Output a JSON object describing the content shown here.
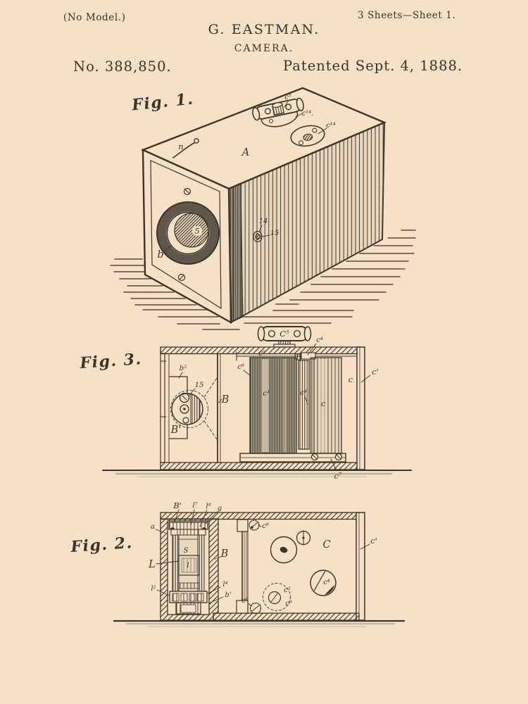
{
  "palette": {
    "paper": "#f6e1c6",
    "ink": "#3a352b",
    "shadow": "#7d8a6e"
  },
  "header": {
    "no_model": "(No Model.)",
    "sheet_info": "3 Sheets—Sheet 1.",
    "inventor": "G. EASTMAN.",
    "invention_title": "CAMERA.",
    "patent_number": "No. 388,850.",
    "patent_date": "Patented Sept. 4, 1888."
  },
  "fig1": {
    "label": "Fig. 1.",
    "refs": {
      "c5": "c⁵",
      "c14a": "c¹⁴.",
      "c14b": "c¹⁴",
      "n": "n",
      "A": "A",
      "b": "b",
      "r5": "5",
      "r14": "14",
      "r15": "15"
    }
  },
  "fig3": {
    "label": "Fig. 3.",
    "refs": {
      "C5": "C⁵",
      "c4top": "c⁴",
      "c9": "c⁹",
      "c8": "c⁸",
      "b2": "b²",
      "r15": "15",
      "B": "B",
      "Bp": "B'",
      "c3": "c³",
      "c4": "c⁴",
      "c": "c",
      "cwall": "c",
      "cp": "c'",
      "c7": "c⁷"
    }
  },
  "fig2": {
    "label": "Fig. 2.",
    "refs": {
      "Bp": "B'",
      "l7": "l⁷",
      "l8": "l⁸",
      "g": "g",
      "a": "a",
      "B": "B",
      "L": "L",
      "l": "l",
      "S": "S",
      "l2": "l²",
      "l4": "l⁴",
      "bp": "b'",
      "c8": "c⁸",
      "c6": "c⁶",
      "C": "C",
      "cp": "c'",
      "c2": "c²",
      "c9": "c⁹",
      "c4": "c⁴"
    }
  }
}
